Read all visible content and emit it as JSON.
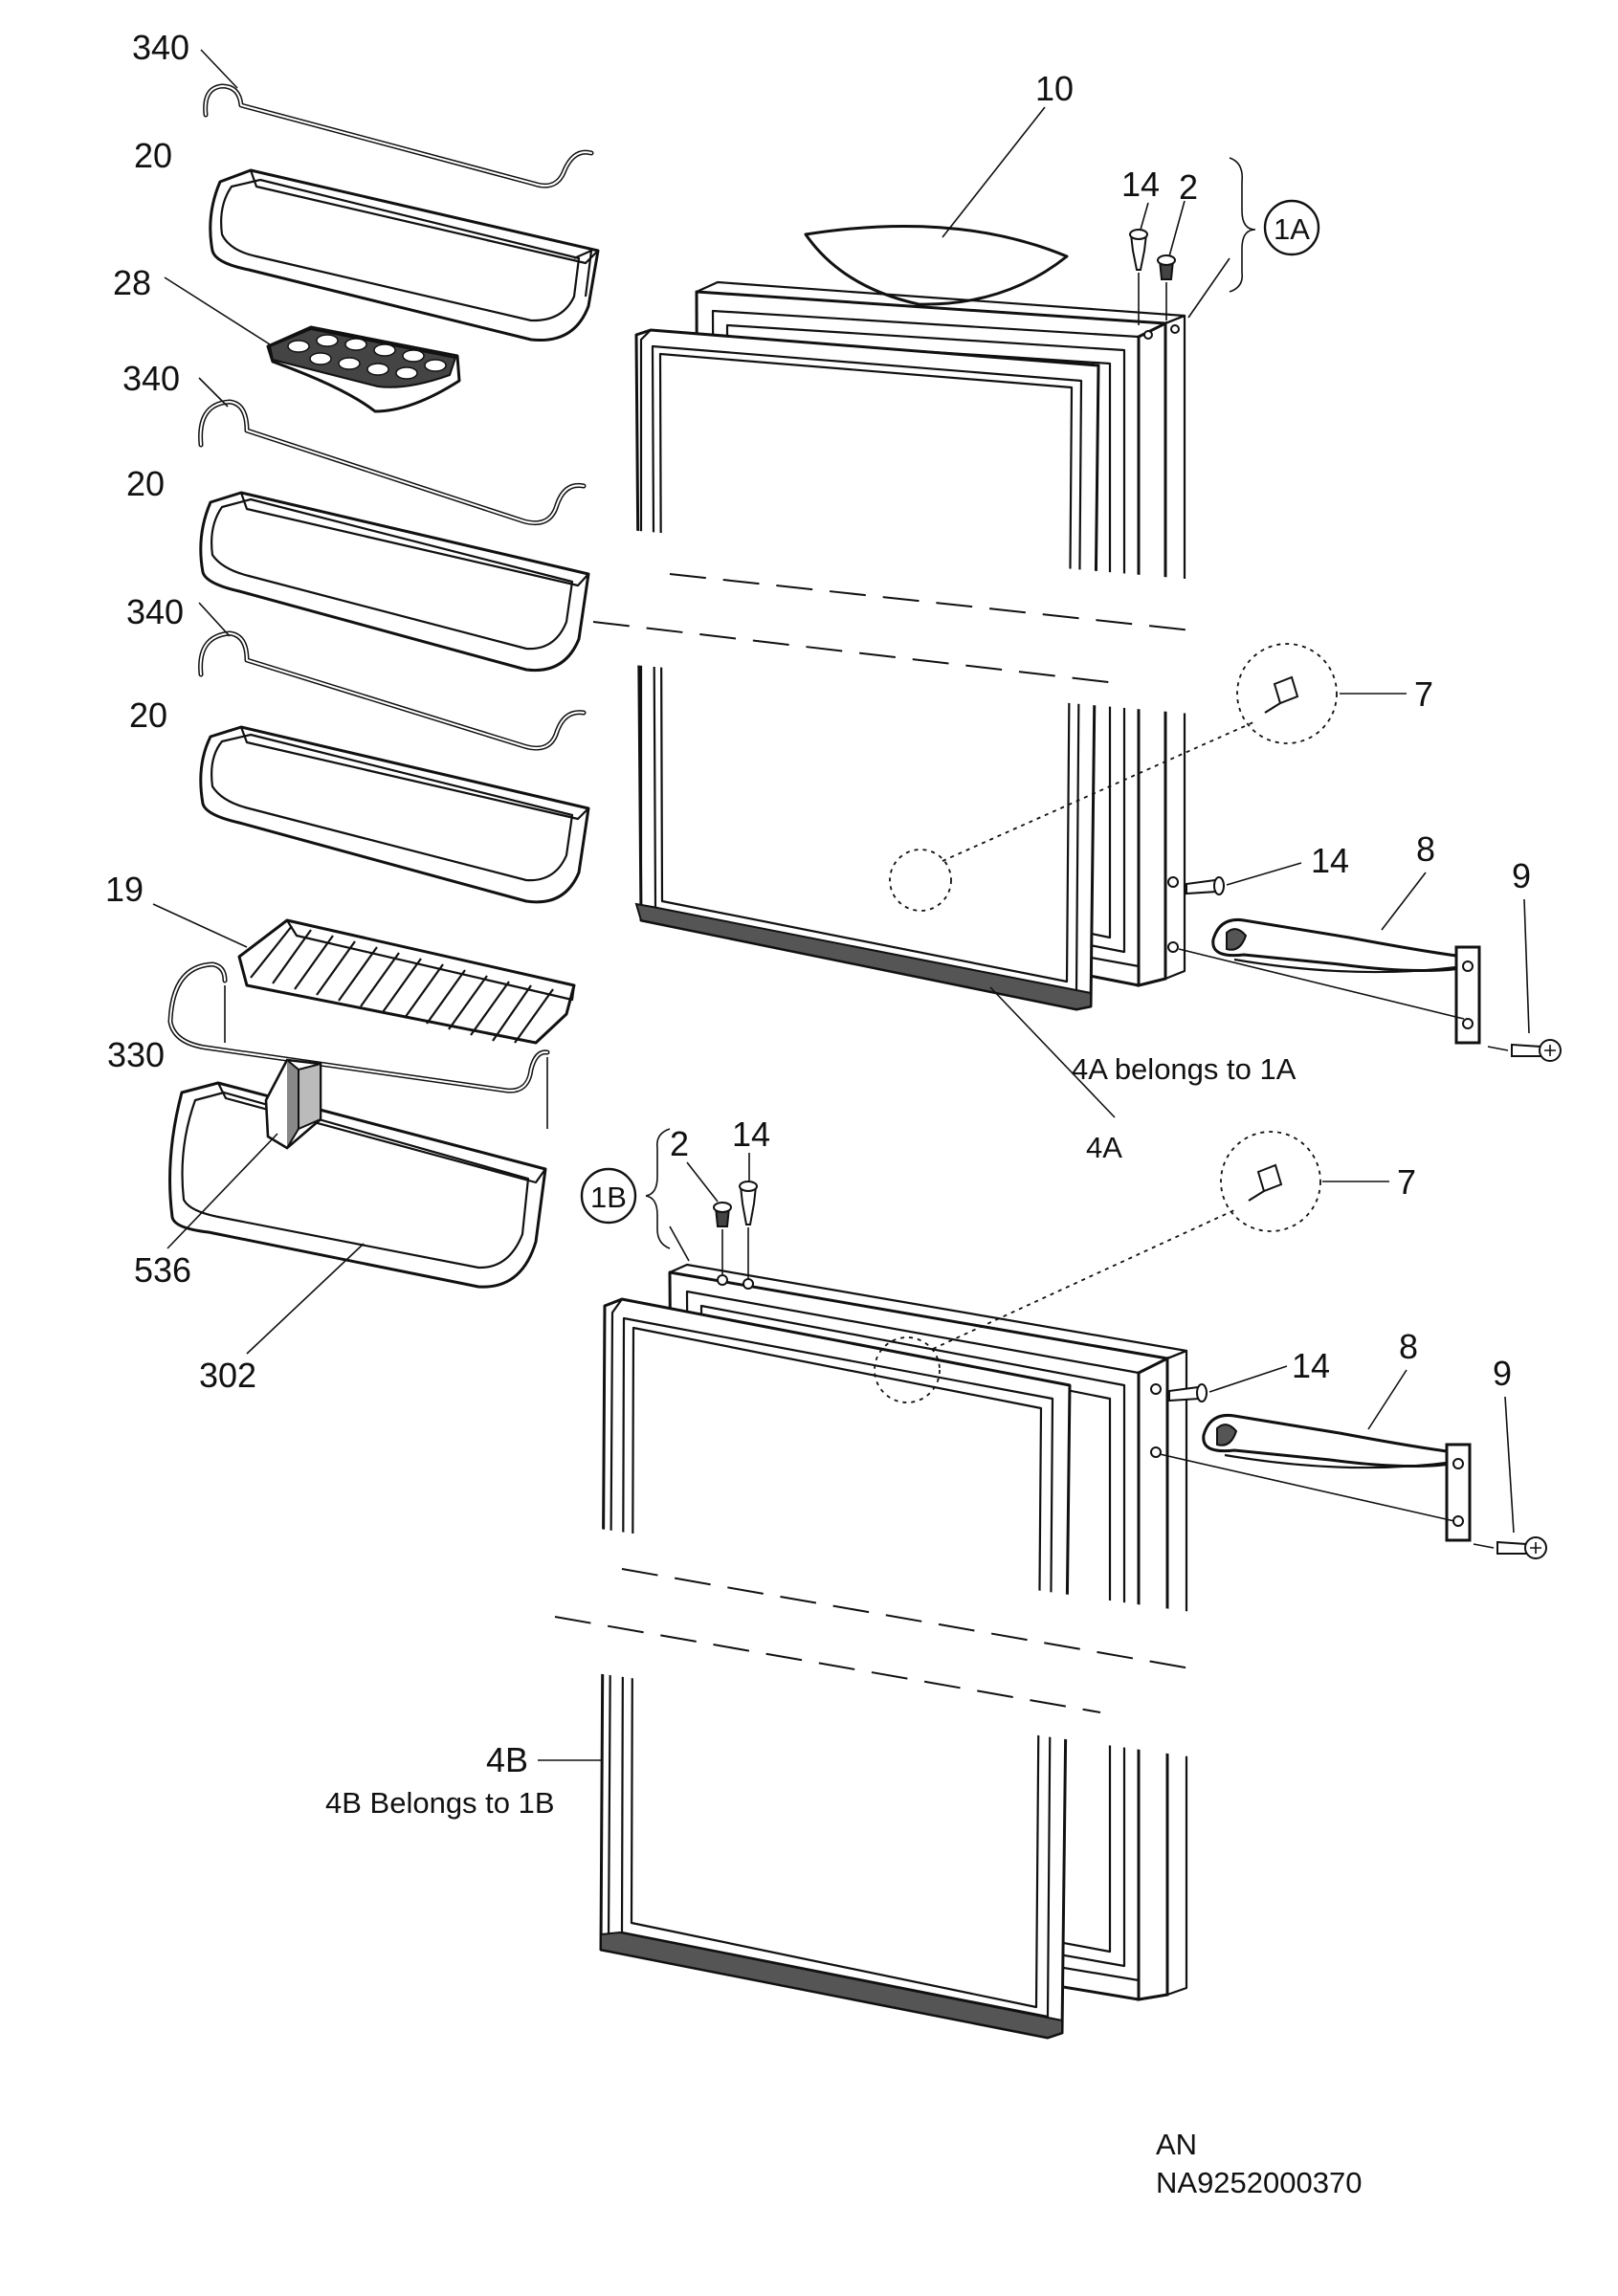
{
  "diagram": {
    "callouts": {
      "c340a": "340",
      "c20a": "20",
      "c28": "28",
      "c340b": "340",
      "c20b": "20",
      "c340c": "340",
      "c20c": "20",
      "c19": "19",
      "c330": "330",
      "c536": "536",
      "c302": "302",
      "c10": "10",
      "c14a": "14",
      "c2a": "2",
      "c1A": "1A",
      "c7a": "7",
      "c14b": "14",
      "c8a": "8",
      "c9a": "9",
      "c4A": "4A",
      "c14c": "14",
      "c2b": "2",
      "c1B": "1B",
      "c7b": "7",
      "c14d": "14",
      "c8b": "8",
      "c9b": "9",
      "c4B": "4B"
    },
    "notes": {
      "note4a": "4A belongs to 1A",
      "note4b": "4B  Belongs to 1B"
    },
    "reference": {
      "line1": "AN",
      "line2": "NA9252000370"
    }
  }
}
